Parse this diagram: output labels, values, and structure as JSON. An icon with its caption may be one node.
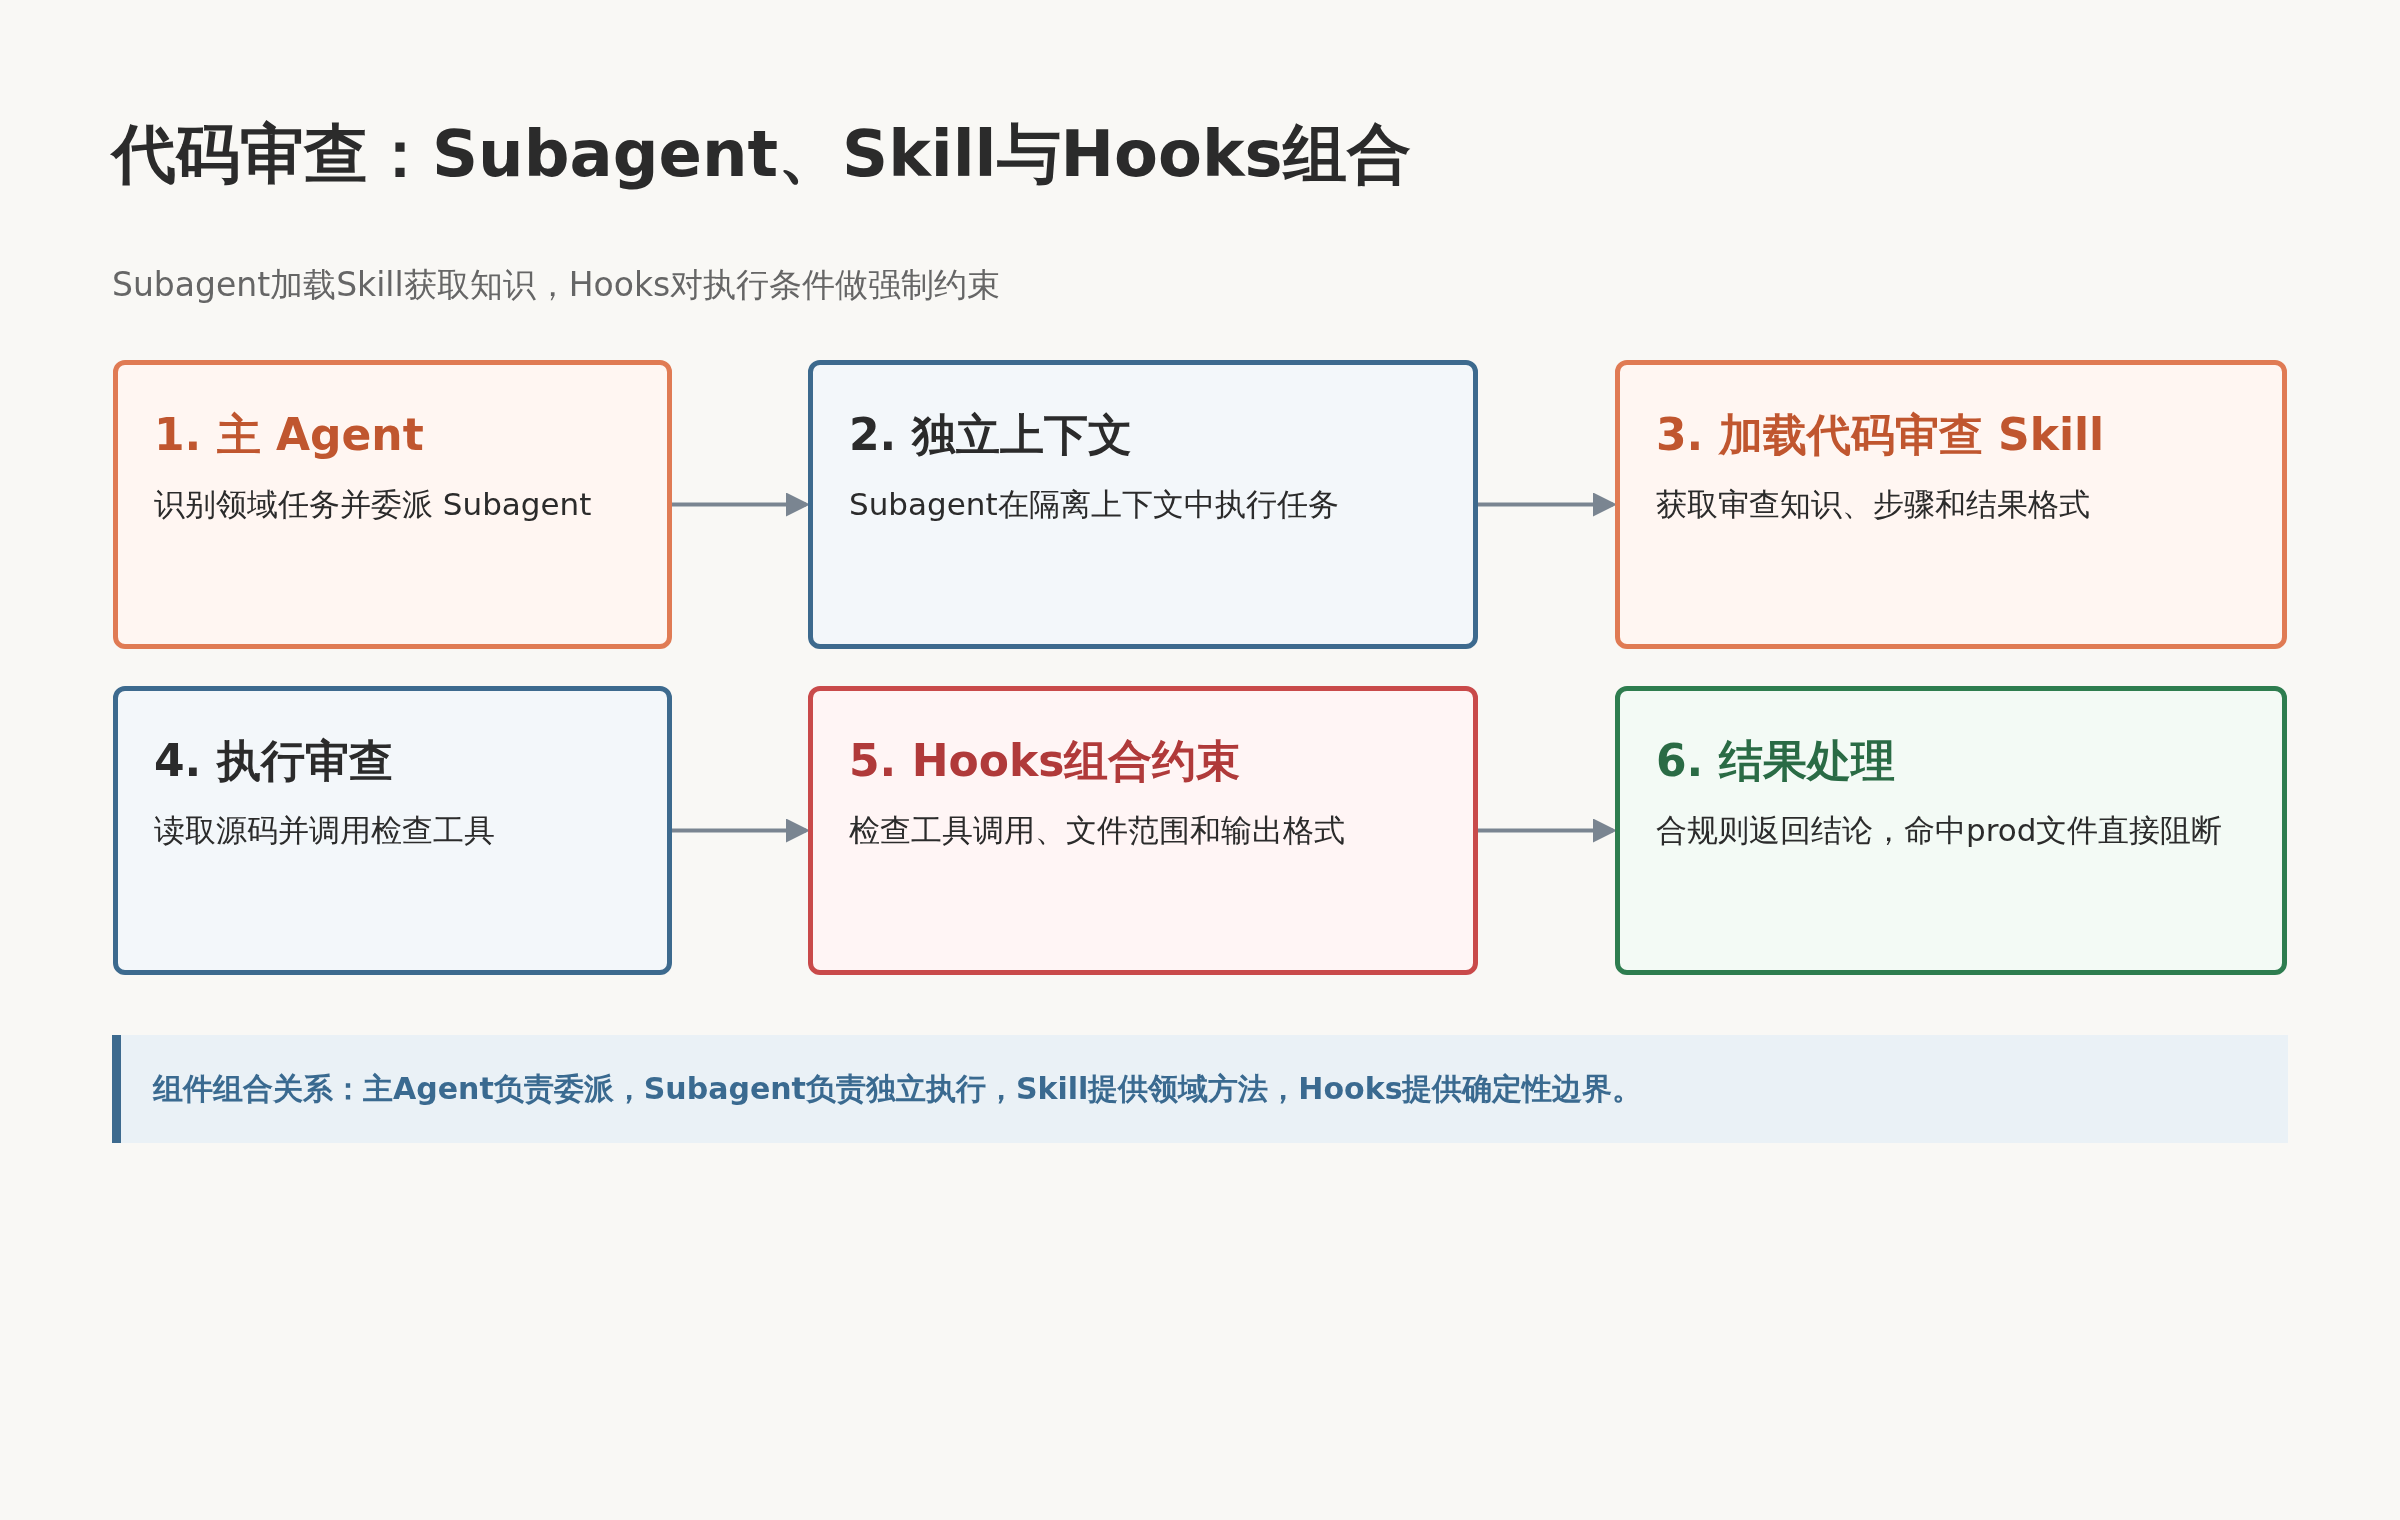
{
  "diagram": {
    "title": "代码审查：Subagent、Skill与Hooks组合",
    "nodes": [
      {
        "text": [
          "1. 主 Agent",
          "识别领域任务并委派 Subagent"
        ]
      },
      {
        "text": [
          "2. 独立上下文",
          "Subagent在隔离上下文中执行任务"
        ]
      },
      {
        "text": [
          "3. 加载代码审查 Skill",
          "获取审查知识、步骤和结果格式"
        ]
      },
      {
        "text": [
          "4. 执行审查",
          "读取源码并调用检查工具"
        ]
      },
      {
        "text": [
          "5. Hooks组合约束",
          "检查工具调用、文件范围和输出格式"
        ]
      },
      {
        "text": [
          "6. 结果处理",
          "合规则返回结论，命中prod文件直接阻断"
        ]
      },
      {
        "text": [
          "组件组合关系：主Agent负责委派，Subagent负责独立执行，Skill提供领域方法，Hooks提供确定性边界。"
        ]
      }
    ],
    "edges": [
      {
        "from": 0,
        "to": 1,
        "arrow": "to"
      },
      {
        "from": 1,
        "to": 2,
        "arrow": "to"
      },
      {
        "from": 3,
        "to": 4,
        "arrow": "to"
      },
      {
        "from": 4,
        "to": 5,
        "arrow": "to"
      }
    ],
    "labels": [
      "Subagent加载Skill获取知识，Hooks对执行条件做强制约束"
    ]
  }
}
